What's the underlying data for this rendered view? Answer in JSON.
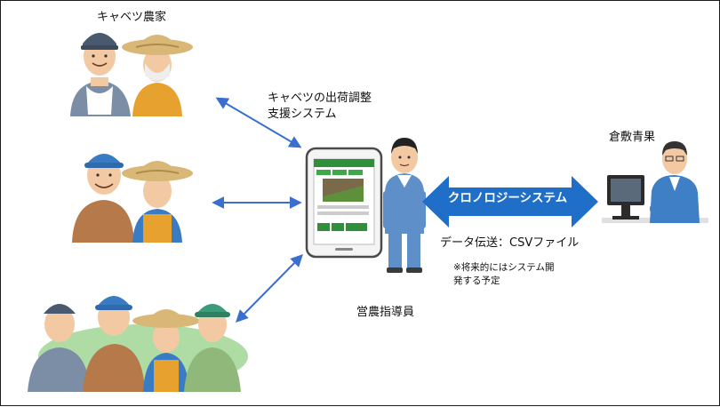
{
  "labels": {
    "farmers": "キャベツ農家",
    "system_line1": "キャベツの出荷調整",
    "system_line2": "支援システム",
    "advisor": "営農指導員",
    "customer": "倉敷青果",
    "arrow": "クロノロジーシステム",
    "transfer": "データ伝送：CSVファイル",
    "note_line1": "※将来的にはシステム開",
    "note_line2": "発する予定"
  },
  "colors": {
    "arrow_blue": "#1f6fc9",
    "link_blue": "#3a6fcf",
    "phone_green": "#2f8f3a",
    "uniform_blue": "#5f8fc8"
  },
  "icons": [
    "farmer-couple-icon",
    "farmer-pair-icon",
    "farmer-group-icon",
    "smartphone-icon",
    "advisor-icon",
    "office-worker-icon"
  ]
}
